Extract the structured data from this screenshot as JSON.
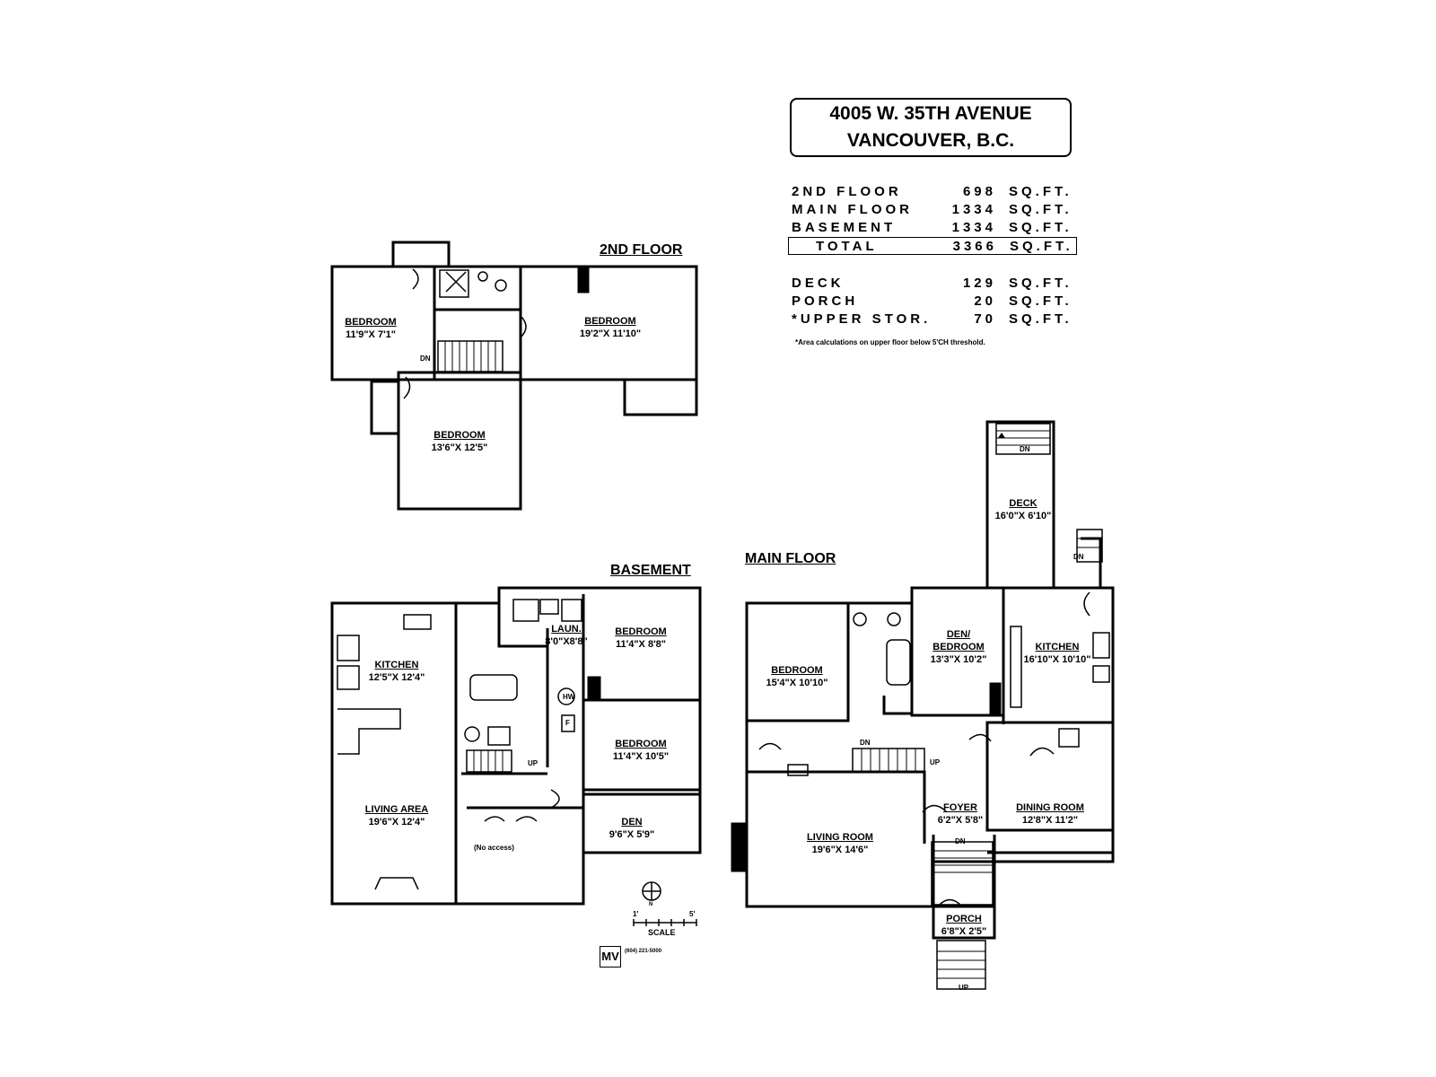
{
  "address": {
    "line1": "4005 W. 35TH AVENUE",
    "line2": "VANCOUVER, B.C."
  },
  "areas": [
    {
      "label": "2ND FLOOR",
      "value": "698",
      "unit": "SQ.FT."
    },
    {
      "label": "MAIN FLOOR",
      "value": "1334",
      "unit": "SQ.FT."
    },
    {
      "label": "BASEMENT",
      "value": "1334",
      "unit": "SQ.FT."
    },
    {
      "label": "TOTAL",
      "value": "3366",
      "unit": "SQ.FT."
    }
  ],
  "extras": [
    {
      "label": "DECK",
      "value": "129",
      "unit": "SQ.FT."
    },
    {
      "label": "PORCH",
      "value": "20",
      "unit": "SQ.FT."
    },
    {
      "label": "*UPPER STOR.",
      "value": "70",
      "unit": "SQ.FT."
    }
  ],
  "note": "*Area calculations on upper floor below 5'CH threshold.",
  "floors": {
    "second": "2ND FLOOR",
    "basement": "BASEMENT",
    "main": "MAIN FLOOR"
  },
  "rooms": {
    "second": [
      {
        "name": "BEDROOM",
        "dims": "11'9\"X 7'1\""
      },
      {
        "name": "BEDROOM",
        "dims": "19'2\"X 11'10\""
      },
      {
        "name": "BEDROOM",
        "dims": "13'6\"X 12'5\""
      }
    ],
    "basement": [
      {
        "name": "KITCHEN",
        "dims": "12'5\"X 12'4\""
      },
      {
        "name": "LIVING AREA",
        "dims": "19'6\"X 12'4\""
      },
      {
        "name": "LAUN.",
        "dims": "8'0\"X8'8\""
      },
      {
        "name": "BEDROOM",
        "dims": "11'4\"X 8'8\""
      },
      {
        "name": "BEDROOM",
        "dims": "11'4\"X 10'5\""
      },
      {
        "name": "DEN",
        "dims": "9'6\"X 5'9\""
      }
    ],
    "main": [
      {
        "name": "DECK",
        "dims": "16'0\"X 6'10\""
      },
      {
        "name": "BEDROOM",
        "dims": "15'4\"X 10'10\""
      },
      {
        "name": "DEN/ BEDROOM",
        "dims": "13'3\"X 10'2\""
      },
      {
        "name": "KITCHEN",
        "dims": "16'10\"X 10'10\""
      },
      {
        "name": "FOYER",
        "dims": "6'2\"X 5'8\""
      },
      {
        "name": "DINING ROOM",
        "dims": "12'8\"X 11'2\""
      },
      {
        "name": "LIVING ROOM",
        "dims": "19'6\"X 14'6\""
      },
      {
        "name": "PORCH",
        "dims": "6'8\"X 2'5\""
      }
    ]
  },
  "labels": {
    "dn": "DN",
    "up": "UP",
    "hw": "HW",
    "f": "F",
    "no_access": "(No access)",
    "scale": "SCALE",
    "scale_left": "1'",
    "scale_right": "5'",
    "north": "N",
    "logo_mark": "MV",
    "logo_phone": "(604) 221-5000"
  }
}
